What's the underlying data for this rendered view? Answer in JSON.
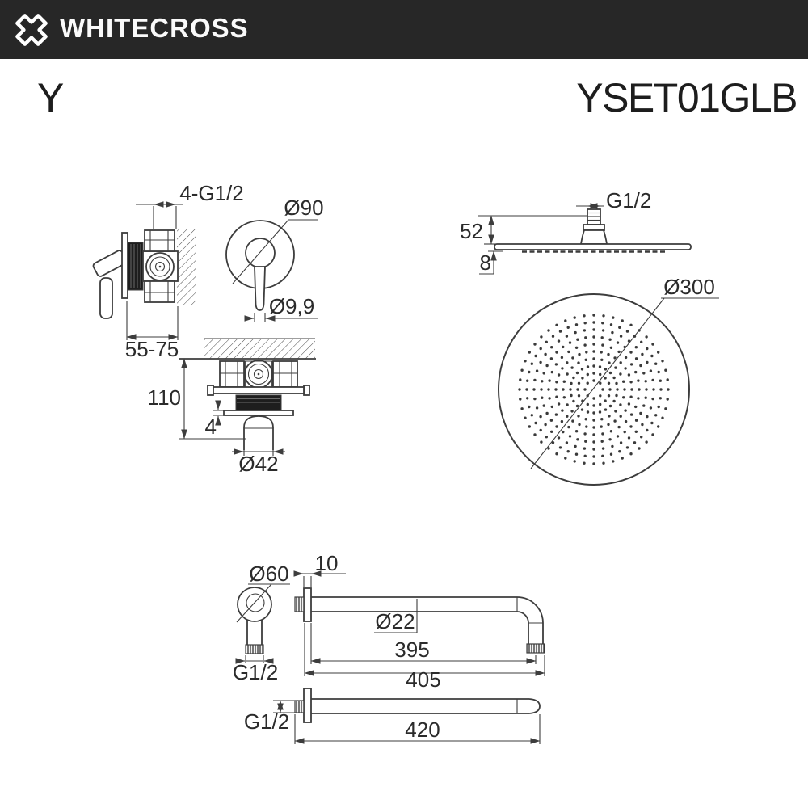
{
  "header": {
    "brand": "WHITECROSS",
    "logo_icon": "whitecross-x-logo",
    "bg_color": "#272727"
  },
  "title": {
    "series": "Y",
    "model": "YSET01GLB"
  },
  "drawing": {
    "line_color": "#3d3d3d",
    "mixer_side": {
      "ports_thread": "4-G1/2",
      "mount_depth": "55-75"
    },
    "mixer_front": {
      "plate_diameter": "Ø90",
      "handle_diameter": "Ø9,9"
    },
    "mixer_bottom": {
      "height": "110",
      "plate_thickness": "4",
      "spout_diameter": "Ø42"
    },
    "head_side": {
      "thread": "G1/2",
      "connector_height": "52",
      "thickness": "8"
    },
    "head_front": {
      "diameter": "Ø300"
    },
    "arm_end": {
      "escutcheon_diameter": "Ø60",
      "thread": "G1/2"
    },
    "arm_bent": {
      "flange_offset": "10",
      "tube_diameter": "Ø22",
      "length_to_bend": "395",
      "overall_length": "405"
    },
    "arm_straight": {
      "thread": "G1/2",
      "length": "420"
    }
  }
}
